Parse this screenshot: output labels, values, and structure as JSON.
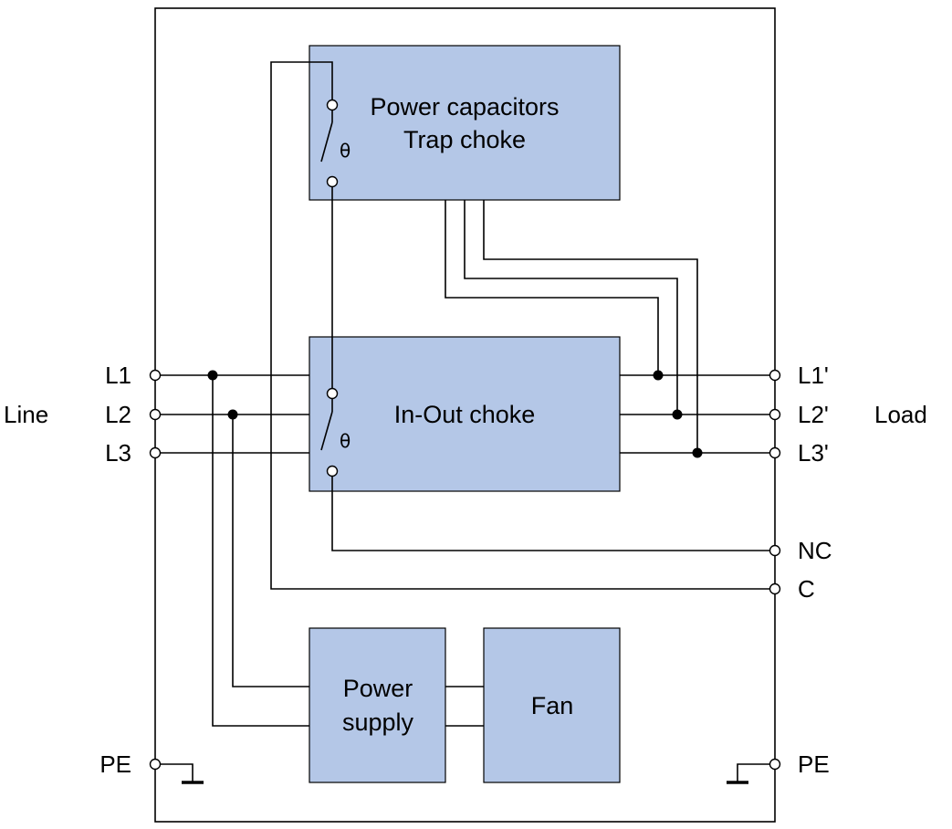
{
  "diagram": {
    "left_terminals": {
      "l1": "L1",
      "l2": "L2",
      "l3": "L3",
      "pe": "PE"
    },
    "right_terminals": {
      "l1": "L1'",
      "l2": "L2'",
      "l3": "L3'",
      "nc": "NC",
      "c": "C",
      "pe": "PE"
    },
    "side_labels": {
      "line": "Line",
      "load": "Load"
    },
    "blocks": {
      "capacitors": {
        "line1": "Power capacitors",
        "line2": "Trap choke"
      },
      "inout": "In-Out choke",
      "power_supply": {
        "line1": "Power",
        "line2": "supply"
      },
      "fan": "Fan"
    },
    "thermal_switch_symbol": "θ"
  }
}
